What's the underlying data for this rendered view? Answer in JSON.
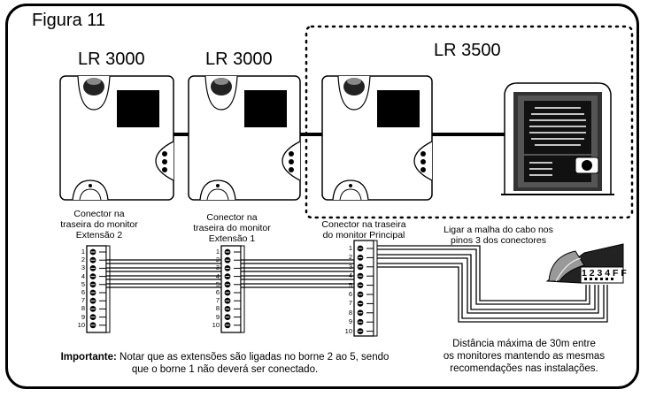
{
  "figure_title": "Figura 11",
  "models": {
    "ext2": "LR 3000",
    "ext1": "LR 3000",
    "panel": "LR 3500"
  },
  "connector_labels": {
    "ext2": [
      "Conector na",
      "traseira do monitor",
      "Extensão 2"
    ],
    "ext1": [
      "Conector na",
      "traseira do monitor",
      "Extensão 1"
    ],
    "principal": [
      "Conector na traseira",
      "do monitor Principal"
    ]
  },
  "pin_numbers": [
    "1",
    "2",
    "3",
    "4",
    "5",
    "6",
    "7",
    "8",
    "9",
    "10"
  ],
  "cable_note": [
    "Ligar a malha do cabo nos",
    "pinos 3 dos conectores"
  ],
  "panel_connector_label": "1 2 3 4 F F",
  "distance_note": [
    "Distância máxima de 30m entre",
    "os monitores mantendo as mesmas",
    "recomendações nas instalações."
  ],
  "important": {
    "label": "Importante:",
    "line1": " Notar que as extensões são ligadas no borne 2 ao 5, sendo",
    "line2": "que o borne 1 não deverá ser conectado."
  }
}
